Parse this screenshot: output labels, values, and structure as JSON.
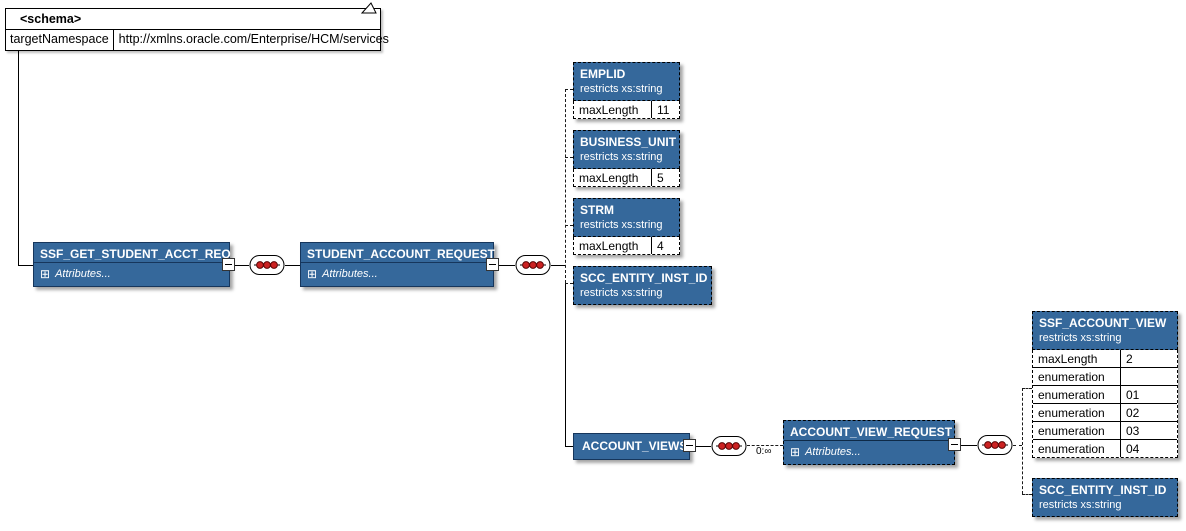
{
  "schema_box": {
    "title": "<schema>",
    "attribute": {
      "name": "targetNamespace",
      "value": "http://xmlns.oracle.com/Enterprise/HCM/services"
    }
  },
  "elements": {
    "ssf_get_student_acct_req": {
      "name": "SSF_GET_STUDENT_ACCT_REQ",
      "attributes_label": "Attributes..."
    },
    "student_account_request": {
      "name": "STUDENT_ACCOUNT_REQUEST",
      "attributes_label": "Attributes..."
    },
    "emplid": {
      "name": "EMPLID",
      "derivation": "restricts xs:string",
      "facets": [
        {
          "name": "maxLength",
          "value": "11"
        }
      ]
    },
    "business_unit": {
      "name": "BUSINESS_UNIT",
      "derivation": "restricts xs:string",
      "facets": [
        {
          "name": "maxLength",
          "value": "5"
        }
      ]
    },
    "strm": {
      "name": "STRM",
      "derivation": "restricts xs:string",
      "facets": [
        {
          "name": "maxLength",
          "value": "4"
        }
      ]
    },
    "scc_entity_inst_id_1": {
      "name": "SCC_ENTITY_INST_ID",
      "derivation": "restricts xs:string"
    },
    "account_views": {
      "name": "ACCOUNT_VIEWS"
    },
    "account_view_request": {
      "name": "ACCOUNT_VIEW_REQUEST",
      "attributes_label": "Attributes..."
    },
    "ssf_account_view": {
      "name": "SSF_ACCOUNT_VIEW",
      "derivation": "restricts xs:string",
      "facets": [
        {
          "name": "maxLength",
          "value": "2"
        },
        {
          "name": "enumeration",
          "value": ""
        },
        {
          "name": "enumeration",
          "value": "01"
        },
        {
          "name": "enumeration",
          "value": "02"
        },
        {
          "name": "enumeration",
          "value": "03"
        },
        {
          "name": "enumeration",
          "value": "04"
        }
      ]
    },
    "scc_entity_inst_id_2": {
      "name": "SCC_ENTITY_INST_ID",
      "derivation": "restricts xs:string"
    }
  },
  "labels": {
    "occurrence": "0:∞"
  },
  "icons": {
    "expand_attributes": "⊞"
  },
  "colors": {
    "element_fill": "#35689B",
    "element_border": "#16365C",
    "connector": "#000000",
    "sequence_dot": "#CC2222",
    "background": "#FFFFFF"
  }
}
